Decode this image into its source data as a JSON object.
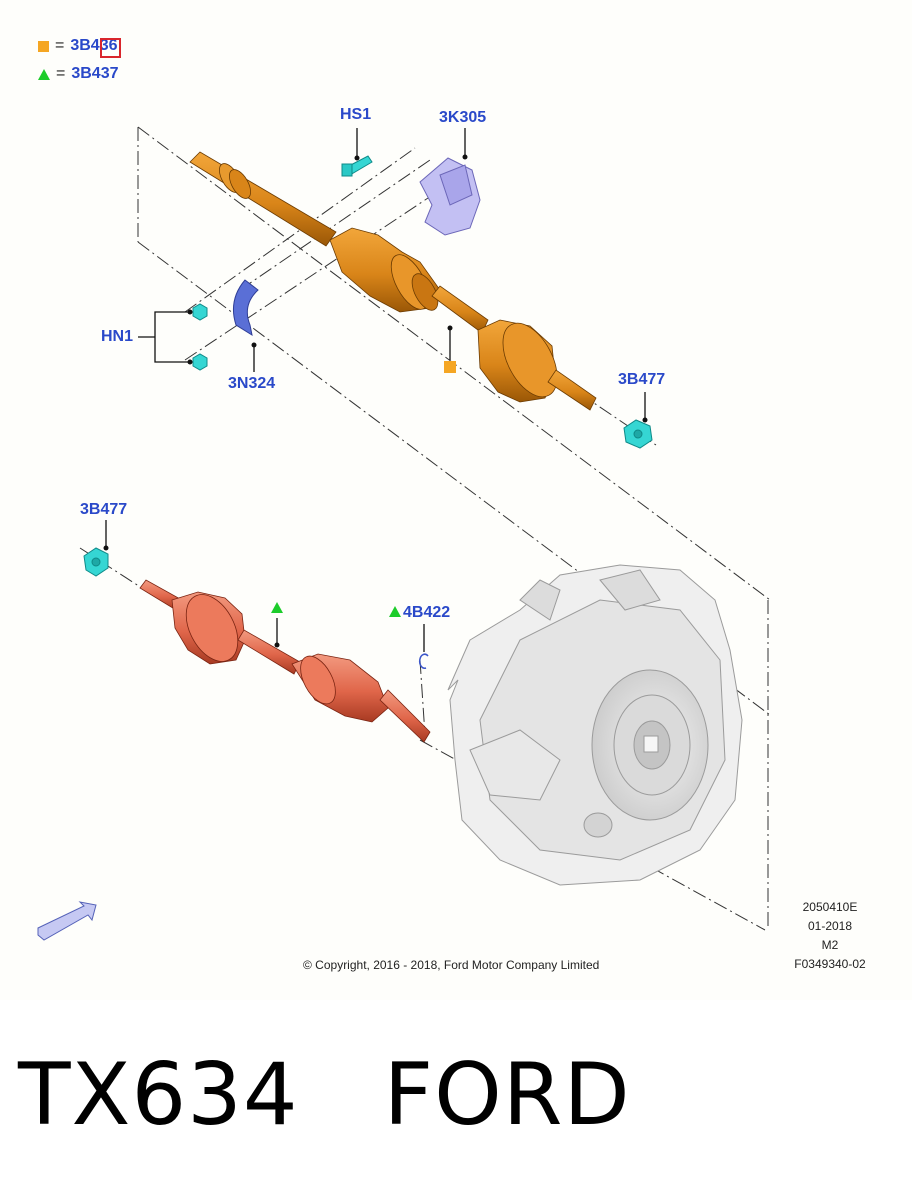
{
  "legend": [
    {
      "symbol": "square",
      "color": "#f5a623",
      "equals": "=",
      "code": "3B436"
    },
    {
      "symbol": "triangle",
      "color": "#1ccc2a",
      "equals": "=",
      "code": "3B437"
    }
  ],
  "labels": {
    "hs1": "HS1",
    "k305": "3K305",
    "hn1": "HN1",
    "n324": "3N324",
    "b477_upper": "3B477",
    "b477_lower": "3B477",
    "b422": "4B422"
  },
  "meta": {
    "drawing_code": "2050410E",
    "date": "01-2018",
    "model": "M2",
    "figure_id": "F0349340-02"
  },
  "copyright": "© Copyright, 2016 - 2018, Ford Motor Company Limited",
  "caption": "TX634   FORD",
  "colors": {
    "label_blue": "#2a49c9",
    "upper_shaft": "#d98519",
    "lower_shaft": "#e0664a",
    "bracket": "#b9b6ee",
    "clip": "#5a6fd6",
    "nut": "#35d6d3",
    "highlight": "#d9262c"
  }
}
